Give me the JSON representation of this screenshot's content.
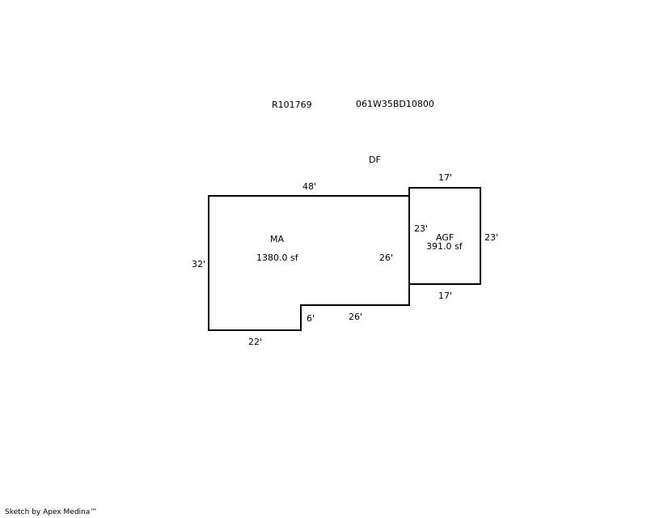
{
  "header": {
    "account_id": "R101769",
    "map_tax_lot": "061W35BD10800"
  },
  "structure_label": "DF",
  "areas": {
    "main": {
      "code": "MA",
      "area": "1380.0 sf",
      "dimensions": {
        "top": "48'",
        "left": "32'",
        "bottom": "22'",
        "notch_vertical": "6'",
        "notch_horizontal": "26'",
        "right": "26'"
      }
    },
    "garage": {
      "code": "AGF",
      "area": "391.0 sf",
      "dimensions": {
        "top": "17'",
        "bottom": "17'",
        "left": "23'",
        "right": "23'"
      }
    }
  },
  "footer": {
    "credit": "Sketch by Apex Medina™"
  }
}
